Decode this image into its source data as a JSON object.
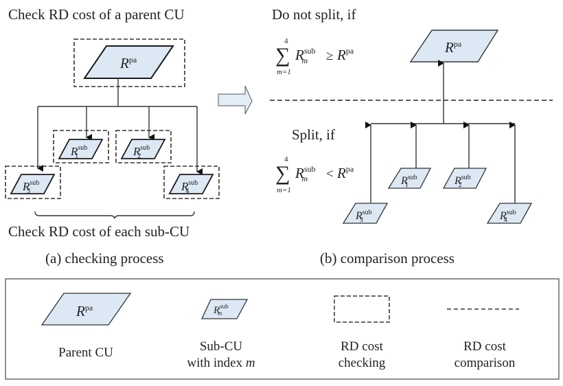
{
  "panel_a": {
    "top_label": "Check RD cost of a parent CU",
    "bottom_label": "Check RD cost of each sub-CU",
    "caption": "(a) checking process",
    "parent": {
      "base": "R",
      "sup": "pa"
    },
    "subs": [
      {
        "base": "R",
        "sup": "sub",
        "sub": "1"
      },
      {
        "base": "R",
        "sup": "sub",
        "sub": "2"
      },
      {
        "base": "R",
        "sup": "sub",
        "sub": "3"
      },
      {
        "base": "R",
        "sup": "sub",
        "sub": "4"
      }
    ]
  },
  "panel_b": {
    "no_split_label": "Do not split, if",
    "split_label": "Split, if",
    "caption": "(b) comparison process",
    "formula_no_split": {
      "sum_top": "4",
      "sum_bottom": "m=1",
      "lhs_base": "R",
      "lhs_sup": "sub",
      "lhs_sub": "m",
      "op": "≥",
      "rhs_base": "R",
      "rhs_sup": "pa"
    },
    "formula_split": {
      "sum_top": "4",
      "sum_bottom": "m=1",
      "lhs_base": "R",
      "lhs_sup": "sub",
      "lhs_sub": "m",
      "op": "<",
      "rhs_base": "R",
      "rhs_sup": "pa"
    },
    "parent": {
      "base": "R",
      "sup": "pa"
    },
    "subs": [
      {
        "base": "R",
        "sup": "sub",
        "sub": "1"
      },
      {
        "base": "R",
        "sup": "sub",
        "sub": "2"
      },
      {
        "base": "R",
        "sup": "sub",
        "sub": "3"
      },
      {
        "base": "R",
        "sup": "sub",
        "sub": "4"
      }
    ]
  },
  "legend": {
    "items": [
      {
        "symbol": "parent-cu-shape",
        "label_line1": "Parent CU",
        "label_line2": "",
        "shape_text": {
          "base": "R",
          "sup": "pa"
        }
      },
      {
        "symbol": "sub-cu-shape",
        "label_line1": "Sub-CU",
        "label_line2": "with index ",
        "label_italic": "m",
        "shape_text": {
          "base": "R",
          "sup": "sub",
          "sub": "m"
        }
      },
      {
        "symbol": "dashed-box",
        "label_line1": "RD cost",
        "label_line2": "checking"
      },
      {
        "symbol": "dashed-line",
        "label_line1": "RD cost",
        "label_line2": "comparison"
      }
    ]
  },
  "colors": {
    "shape_fill": "#dde8f5",
    "stroke": "#1a1a1a",
    "arrow_fill": "#e3edf8"
  }
}
